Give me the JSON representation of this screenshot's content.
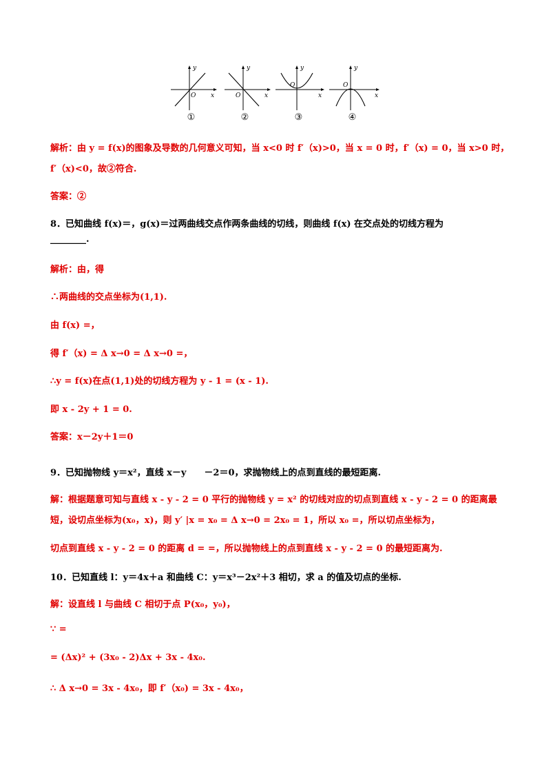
{
  "figures": {
    "axis_x": "x",
    "axis_y": "y",
    "origin": "O",
    "labels": [
      "①",
      "②",
      "③",
      "④"
    ]
  },
  "lines": [
    {
      "text": "解析：由 y = f(x)的图象及导数的几何意义可知，当 x<0 时 f′（x)>0，当 x = 0 时，f′（x) = 0，当 x>0 时，",
      "color": "#e00000"
    },
    {
      "text": "f′（x)<0，故②符合.",
      "color": "#e00000"
    },
    {
      "text": "答案：②",
      "color": "#e00000"
    },
    {
      "text": "8．已知曲线 f(x)＝，g(x)＝过两曲线交点作两条曲线的切线，则曲线 f(x) 在交点处的切线方程为",
      "color": "#000000"
    },
    {
      "text": "________.",
      "color": "#000000"
    },
    {
      "text": "解析：由，得",
      "color": "#e00000"
    },
    {
      "text": "∴两曲线的交点坐标为(1,1).",
      "color": "#e00000"
    },
    {
      "text": "由 f(x) =，",
      "color": "#e00000"
    },
    {
      "text": "得 f′（x) = Δ x→0 = Δ x→0 =，",
      "color": "#e00000"
    },
    {
      "text": "∴y = f(x)在点(1,1)处的切线方程为 y - 1 = (x - 1).",
      "color": "#e00000"
    },
    {
      "text": "即 x - 2y + 1 = 0.",
      "color": "#e00000"
    },
    {
      "text": "答案：x－2y＋1＝0",
      "color": "#e00000"
    },
    {
      "text": "9．已知抛物线 y＝x²，直线 x－y　　－2＝0，求抛物线上的点到直线的最短距离.",
      "color": "#000000"
    },
    {
      "text": "解：根据题意可知与直线 x - y - 2 = 0 平行的抛物线 y = x² 的切线对应的切点到直线 x - y - 2 = 0 的距离最",
      "color": "#e00000"
    },
    {
      "text": "短，设切点坐标为(x₀，x)，则 y′ |x = x₀ = Δ x→0 = 2x₀ = 1，所以 x₀ =，所以切点坐标为，",
      "color": "#e00000"
    },
    {
      "text": "切点到直线 x - y - 2 = 0 的距离 d = =，所以抛物线上的点到直线 x - y - 2 = 0 的最短距离为.",
      "color": "#e00000"
    },
    {
      "text": "10．已知直线 l：y＝4x＋a 和曲线 C：y＝x³－2x²＋3 相切，求 a 的值及切点的坐标.",
      "color": "#000000"
    },
    {
      "text": "解：设直线 l 与曲线 C 相切于点 P(x₀，y₀)，",
      "color": "#e00000"
    },
    {
      "text": "∵ =",
      "color": "#e00000"
    },
    {
      "text": "= (Δx)² + (3x₀ - 2)Δx + 3x - 4x₀.",
      "color": "#e00000"
    },
    {
      "text": "∴ Δ x→0 = 3x - 4x₀，即 f′（x₀) = 3x - 4x₀，",
      "color": "#e00000"
    }
  ]
}
